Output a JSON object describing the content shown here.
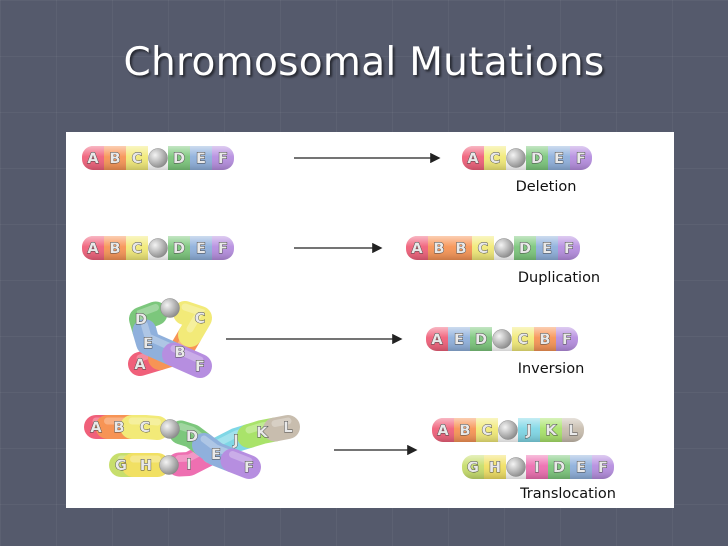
{
  "title": "Chromosomal Mutations",
  "colors": {
    "A": "#f0607a",
    "B": "#f79455",
    "C": "#f2ea78",
    "D": "#7cc77c",
    "E": "#8fb0dc",
    "F": "#b68ee0",
    "G": "#c7de6c",
    "H": "#f1e063",
    "I": "#ee6fb1",
    "J": "#7fd7e6",
    "K": "#a9e36a",
    "L": "#c8bdae",
    "centromere": "#b5b5b5",
    "arrow": "#222222"
  },
  "mutations": [
    {
      "caption": "Deletion",
      "original": [
        "A",
        "B",
        "C",
        "|",
        "D",
        "E",
        "F"
      ],
      "result": [
        "A",
        "C",
        "|",
        "D",
        "E",
        "F"
      ]
    },
    {
      "caption": "Duplication",
      "original": [
        "A",
        "B",
        "C",
        "|",
        "D",
        "E",
        "F"
      ],
      "result": [
        "A",
        "B",
        "B",
        "C",
        "|",
        "D",
        "E",
        "F"
      ]
    },
    {
      "caption": "Inversion",
      "original": [
        "A",
        "B",
        "C",
        "|",
        "D",
        "E",
        "F"
      ],
      "result": [
        "A",
        "E",
        "D",
        "|",
        "C",
        "B",
        "F"
      ]
    },
    {
      "caption": "Translocation",
      "original_1": [
        "A",
        "B",
        "C",
        "|",
        "D",
        "E",
        "F"
      ],
      "original_2": [
        "G",
        "H",
        "|",
        "I",
        "J",
        "K",
        "L"
      ],
      "result_1": [
        "A",
        "B",
        "C",
        "|",
        "J",
        "K",
        "L"
      ],
      "result_2": [
        "G",
        "H",
        "|",
        "I",
        "D",
        "E",
        "F"
      ]
    }
  ]
}
